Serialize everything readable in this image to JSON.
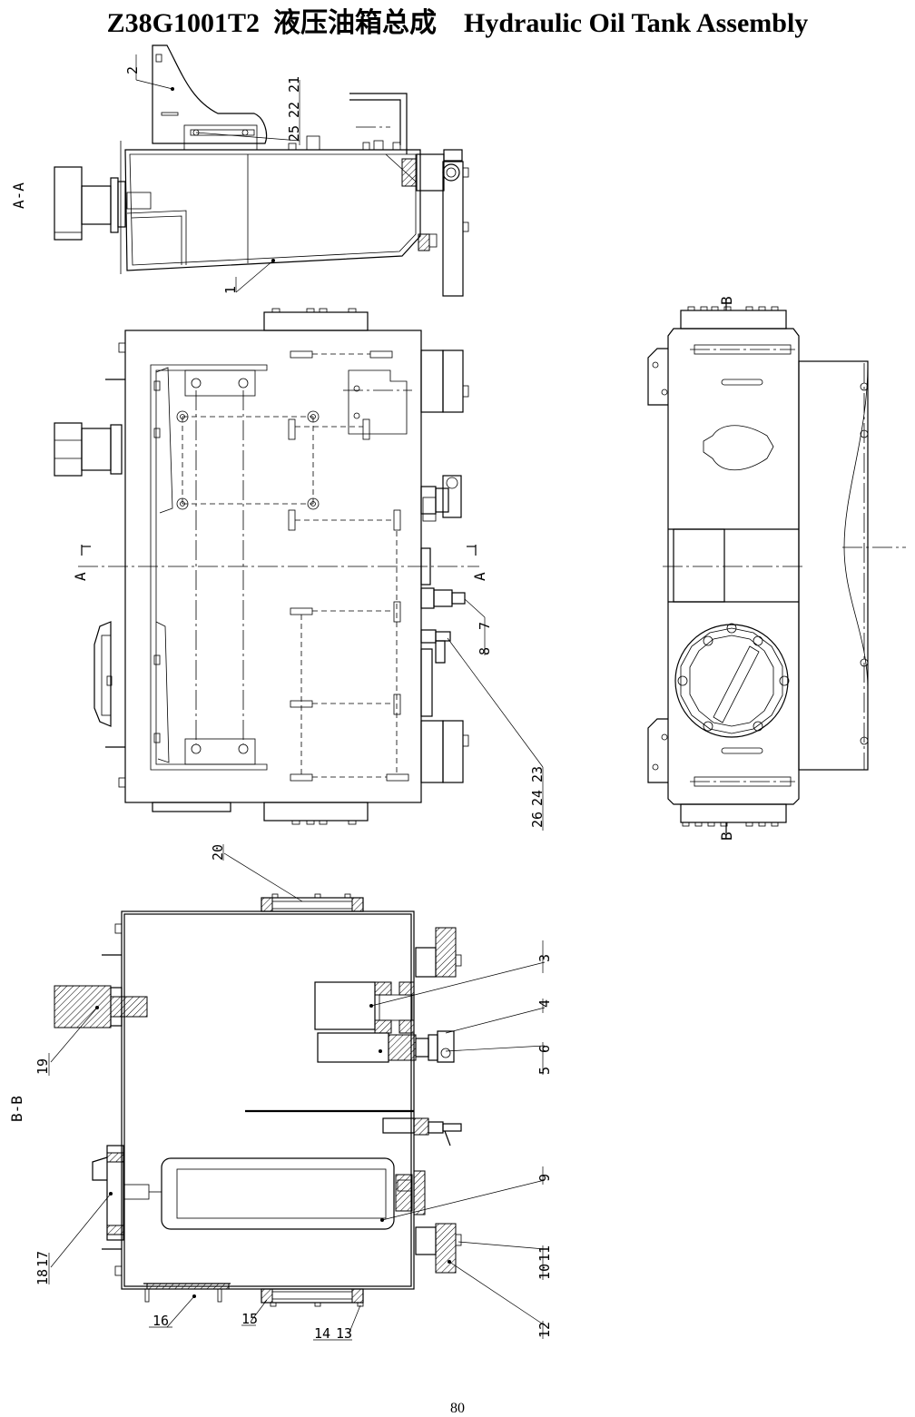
{
  "title": "Z38G1001T2  液压油箱总成    Hydraulic Oil Tank Assembly",
  "page_number": "80",
  "section_labels": {
    "aa_side": "A-A",
    "a_left": "A",
    "a_right": "A",
    "b_top": "B",
    "b_bottom": "B",
    "bb_side": "B-B"
  },
  "part_labels": {
    "p1": "1",
    "p2": "2",
    "p21": "21",
    "p22": "22",
    "p25": "25",
    "p8": "8",
    "p7": "7",
    "p23": "23",
    "p24": "24",
    "p26": "26",
    "p20": "20",
    "p3": "3",
    "p4": "4",
    "p5": "5",
    "p6": "6",
    "p19": "19",
    "p9": "9",
    "p10": "10",
    "p11": "11",
    "p12": "12",
    "p17": "17",
    "p18": "18",
    "p16": "16",
    "p15": "15",
    "p14": "14",
    "p13": "13"
  }
}
